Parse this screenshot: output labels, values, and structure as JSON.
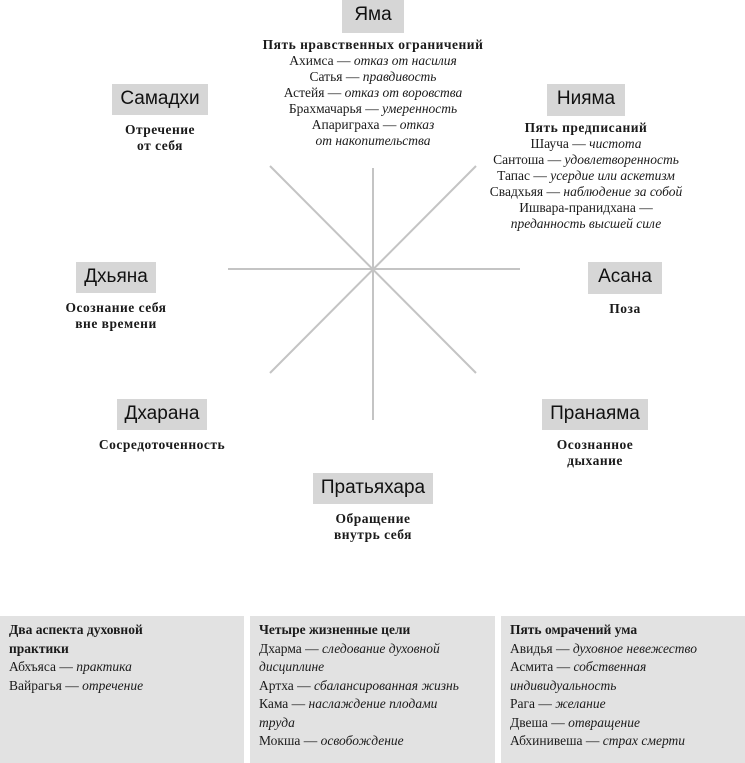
{
  "diagram": {
    "limbs": {
      "yama": {
        "name": "Яма",
        "subtitle": "Пять нравственных ограничений",
        "items": [
          {
            "term": "Ахимса",
            "desc": "отказ от насилия"
          },
          {
            "term": "Сатья",
            "desc": "правдивость"
          },
          {
            "term": "Астейя",
            "desc": "отказ от воровства"
          },
          {
            "term": "Брахмачарья",
            "desc": "умеренность"
          },
          {
            "term": "Апариграха",
            "desc": "отказ",
            "desc2": "от накопительства"
          }
        ]
      },
      "niyama": {
        "name": "Нияма",
        "subtitle": "Пять предписаний",
        "items": [
          {
            "term": "Шауча",
            "desc": "чистота"
          },
          {
            "term": "Сантоша",
            "desc": "удовлетворенность"
          },
          {
            "term": "Тапас",
            "desc": "усердие или аскетизм"
          },
          {
            "term": "Свадхьяя",
            "desc": "наблюдение за собой"
          },
          {
            "term": "Ишвара-пранидхана",
            "desc": "",
            "desc2": "преданность высшей силе"
          }
        ]
      },
      "asana": {
        "name": "Асана",
        "subtitle": "Поза"
      },
      "pranayama": {
        "name": "Пранаяма",
        "subtitle_line1": "Осознанное",
        "subtitle_line2": "дыхание"
      },
      "pratyahara": {
        "name": "Пратьяхара",
        "subtitle_line1": "Обращение",
        "subtitle_line2": "внутрь себя"
      },
      "dharana": {
        "name": "Дхарана",
        "subtitle": "Сосредоточенность"
      },
      "dhyana": {
        "name": "Дхьяна",
        "subtitle_line1": "Осознание себя",
        "subtitle_line2": "вне времени"
      },
      "samadhi": {
        "name": "Самадхи",
        "subtitle_line1": "Отречение",
        "subtitle_line2": "от себя"
      }
    }
  },
  "panels": [
    {
      "heading": "Два аспекта духовной практики",
      "lines": [
        {
          "term": "Абхъяса",
          "desc": "практика"
        },
        {
          "term": "Вайрагья",
          "desc": "отречение"
        }
      ]
    },
    {
      "heading": "Четыре жизненные цели",
      "lines": [
        {
          "term": "Дхарма",
          "desc": "следование духовной",
          "desc2": "дисциплине"
        },
        {
          "term": "Артха",
          "desc": "сбалансированная жизнь"
        },
        {
          "term": "Кама",
          "desc": "наслаждение плодами",
          "desc2": "труда"
        },
        {
          "term": "Мокша",
          "desc": "освобождение"
        }
      ]
    },
    {
      "heading": "Пять омрачений ума",
      "lines": [
        {
          "term": "Авидья",
          "desc": "духовное невежество"
        },
        {
          "term": "Асмита",
          "desc": "собственная",
          "desc2": "индивидуальность"
        },
        {
          "term": "Рага",
          "desc": "желание"
        },
        {
          "term": "Двеша",
          "desc": "отвращение"
        },
        {
          "term": "Абхинивеша",
          "desc": "страх смерти"
        }
      ]
    }
  ]
}
